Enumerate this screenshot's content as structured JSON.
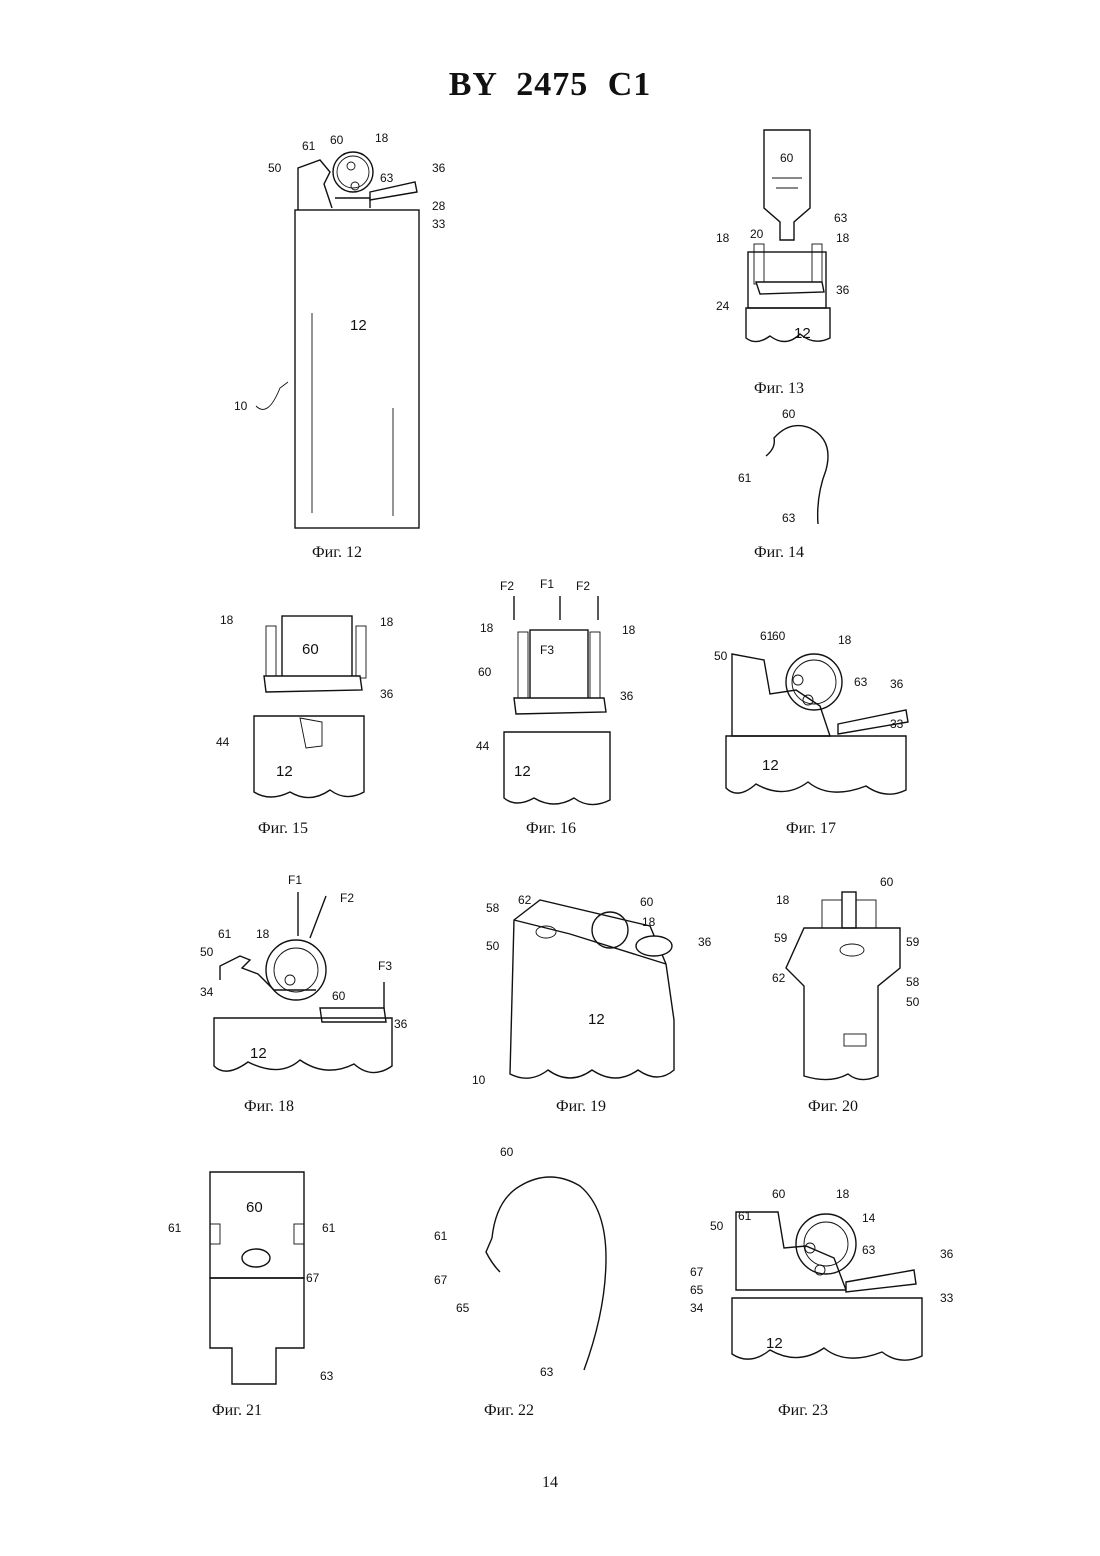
{
  "header": {
    "title": "BY 2475 C1"
  },
  "page_number": "14",
  "figures": [
    {
      "id": "fig12",
      "caption": "Фиг. 12",
      "labels": [
        "61",
        "60",
        "18",
        "50",
        "63",
        "36",
        "28",
        "33",
        "12",
        "10"
      ]
    },
    {
      "id": "fig13",
      "caption": "Фиг. 13",
      "labels": [
        "60",
        "63",
        "18",
        "20",
        "18",
        "36",
        "24",
        "12"
      ]
    },
    {
      "id": "fig14",
      "caption": "Фиг. 14",
      "labels": [
        "60",
        "61",
        "63"
      ]
    },
    {
      "id": "fig15",
      "caption": "Фиг. 15",
      "labels": [
        "18",
        "18",
        "60",
        "36",
        "44",
        "12"
      ]
    },
    {
      "id": "fig16",
      "caption": "Фиг. 16",
      "labels": [
        "F2",
        "F1",
        "F2",
        "18",
        "18",
        "F3",
        "60",
        "36",
        "44",
        "12"
      ]
    },
    {
      "id": "fig17",
      "caption": "Фиг. 17",
      "labels": [
        "61",
        "60",
        "18",
        "50",
        "63",
        "36",
        "33",
        "12"
      ]
    },
    {
      "id": "fig18",
      "caption": "Фиг. 18",
      "labels": [
        "F1",
        "F2",
        "61",
        "18",
        "50",
        "F3",
        "34",
        "60",
        "36",
        "12"
      ]
    },
    {
      "id": "fig19",
      "caption": "Фиг. 19",
      "labels": [
        "62",
        "60",
        "58",
        "18",
        "50",
        "36",
        "12",
        "10"
      ]
    },
    {
      "id": "fig20",
      "caption": "Фиг. 20",
      "labels": [
        "18",
        "60",
        "59",
        "59",
        "62",
        "58",
        "50"
      ]
    },
    {
      "id": "fig21",
      "caption": "Фиг. 21",
      "labels": [
        "60",
        "61",
        "61",
        "67",
        "63"
      ]
    },
    {
      "id": "fig22",
      "caption": "Фиг. 22",
      "labels": [
        "60",
        "61",
        "67",
        "65",
        "63"
      ]
    },
    {
      "id": "fig23",
      "caption": "Фиг. 23",
      "labels": [
        "60",
        "18",
        "50",
        "61",
        "14",
        "63",
        "36",
        "67",
        "65",
        "34",
        "33",
        "12"
      ]
    }
  ]
}
